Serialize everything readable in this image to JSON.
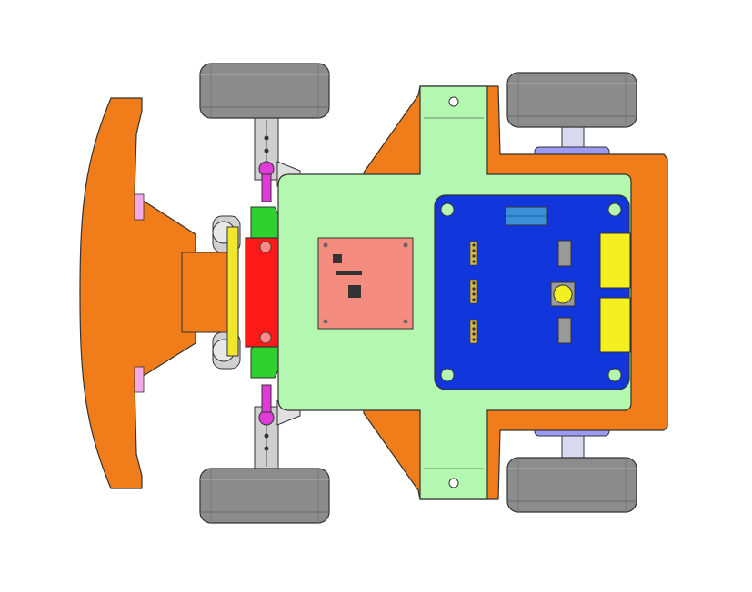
{
  "figure": {
    "kind": "cad-top-view",
    "subject": "robot-car-chassis",
    "text_labels": []
  },
  "colors": {
    "background": "#ffffff",
    "bumper": "#f07d1a",
    "chassis_plate": "#b3f7b0",
    "controller_board": "#1036dc",
    "sensor_module": "#f48c80",
    "tire": "#8c8c8c",
    "motor": "#9b9bf5",
    "steering_block": "#ff1a1a",
    "steering_knuckle": "#2fd12f",
    "tie_rod": "#f0e62a",
    "ball_joint": "#e03ad8",
    "connector_block": "#f4ef20",
    "outline": "#222222"
  },
  "components": [
    {
      "id": "front-bumper",
      "color_key": "bumper"
    },
    {
      "id": "chassis-plate",
      "color_key": "chassis_plate"
    },
    {
      "id": "controller-board",
      "color_key": "controller_board"
    },
    {
      "id": "sensor-module",
      "color_key": "sensor_module"
    },
    {
      "id": "front-left-wheel",
      "color_key": "tire"
    },
    {
      "id": "front-right-wheel",
      "color_key": "tire"
    },
    {
      "id": "rear-left-wheel",
      "color_key": "tire"
    },
    {
      "id": "rear-right-wheel",
      "color_key": "tire"
    },
    {
      "id": "rear-motor-top",
      "color_key": "motor"
    },
    {
      "id": "rear-motor-bottom",
      "color_key": "motor"
    },
    {
      "id": "steering-block",
      "color_key": "steering_block"
    }
  ]
}
